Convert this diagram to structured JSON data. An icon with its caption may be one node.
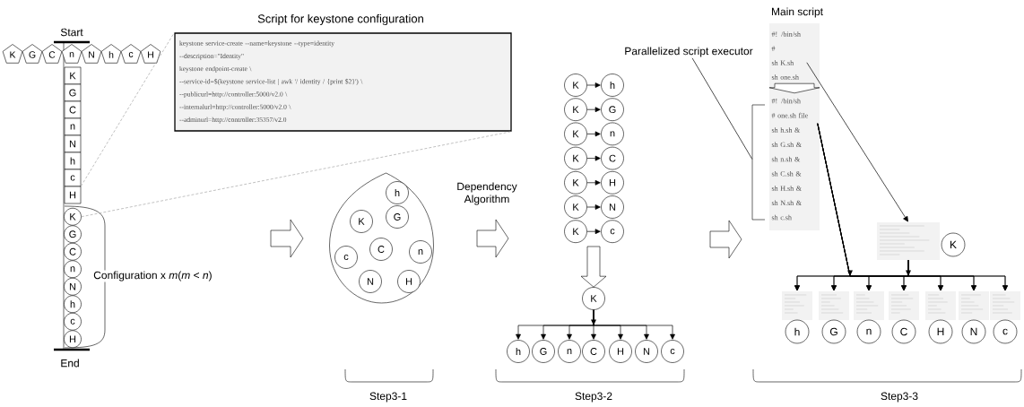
{
  "diagram": {
    "nodes": [
      {
        "text": [
          "K"
        ]
      },
      {
        "text": [
          "G"
        ]
      },
      {
        "text": [
          "C"
        ]
      },
      {
        "text": [
          "n"
        ]
      },
      {
        "text": [
          "N"
        ]
      },
      {
        "text": [
          "h"
        ]
      },
      {
        "text": [
          "c"
        ]
      },
      {
        "text": [
          "H"
        ]
      },
      {
        "text": [
          "K"
        ]
      },
      {
        "text": [
          "G"
        ]
      },
      {
        "text": [
          "C"
        ]
      },
      {
        "text": [
          "n"
        ]
      },
      {
        "text": [
          "N"
        ]
      },
      {
        "text": [
          "h"
        ]
      },
      {
        "text": [
          "c"
        ]
      },
      {
        "text": [
          "H"
        ]
      },
      {
        "text": [
          "K"
        ]
      },
      {
        "text": [
          "G"
        ]
      },
      {
        "text": [
          "C"
        ]
      },
      {
        "text": [
          "n"
        ]
      },
      {
        "text": [
          "N"
        ]
      },
      {
        "text": [
          "h"
        ]
      },
      {
        "text": [
          "c"
        ]
      },
      {
        "text": [
          "H"
        ]
      },
      {
        "text": [
          "Script for keystone configuration",
          "keystone service-create --name=keystone --type=identity",
          "--description=\"Identity\"",
          "keystone endpoint-create \\",
          "--service-id=$(keystone service-list | awk '/ identity / {print $2}') \\",
          "--publicurl=http://controller:5000/v2.0 \\",
          "--internalurl=http://controller:5000/v2.0 \\",
          "--adminurl=http://controller:35357/v2.0"
        ]
      },
      {
        "text": [],
        "shape": "circle"
      },
      {
        "text": [
          "h"
        ],
        "in": 25
      },
      {
        "text": [
          "K"
        ],
        "in": 25
      },
      {
        "text": [
          "G"
        ],
        "in": 25
      },
      {
        "text": [
          "C"
        ],
        "in": 25
      },
      {
        "text": [
          "c"
        ],
        "in": 25
      },
      {
        "text": [
          "n"
        ],
        "in": 25
      },
      {
        "text": [
          "N"
        ],
        "in": 25
      },
      {
        "text": [
          "H"
        ],
        "in": 25
      },
      {
        "text": [
          "K"
        ]
      },
      {
        "text": [
          "h"
        ]
      },
      {
        "text": [
          "K"
        ]
      },
      {
        "text": [
          "G"
        ]
      },
      {
        "text": [
          "K"
        ]
      },
      {
        "text": [
          "n"
        ]
      },
      {
        "text": [
          "K"
        ]
      },
      {
        "text": [
          "C"
        ]
      },
      {
        "text": [
          "K"
        ]
      },
      {
        "text": [
          "H"
        ]
      },
      {
        "text": [
          "K"
        ]
      },
      {
        "text": [
          "N"
        ]
      },
      {
        "text": [
          "K"
        ]
      },
      {
        "text": [
          "c"
        ]
      },
      {
        "text": [
          "K"
        ]
      },
      {
        "text": [
          "h"
        ]
      },
      {
        "text": [
          "G"
        ]
      },
      {
        "text": [
          "n"
        ]
      },
      {
        "text": [
          "C"
        ]
      },
      {
        "text": [
          "H"
        ]
      },
      {
        "text": [
          "N"
        ]
      },
      {
        "text": [
          "c"
        ]
      },
      {
        "text": [
          "Parallelized script executor"
        ]
      },
      {
        "text": [
          "Main script",
          "#! /bin/sh",
          "#",
          "sh K.sh",
          "sh one.sh"
        ]
      },
      {
        "text": [
          "#! /bin/sh",
          "# one.sh file",
          "sh h.sh &",
          "sh G.sh &",
          "sh n.sh &",
          "sh C.sh &",
          "sh H.sh &",
          "sh N.sh &",
          "sh c.sh"
        ]
      },
      {
        "text": [],
        "shape": "picture"
      },
      {
        "text": [
          "K"
        ]
      },
      {
        "text": [],
        "shape": "picture"
      },
      {
        "text": [],
        "shape": "picture"
      },
      {
        "text": [],
        "shape": "picture"
      },
      {
        "text": [],
        "shape": "picture"
      },
      {
        "text": [],
        "shape": "picture"
      },
      {
        "text": [],
        "shape": "picture"
      },
      {
        "text": [],
        "shape": "picture"
      },
      {
        "text": [
          "h"
        ]
      },
      {
        "text": [
          "G"
        ]
      },
      {
        "text": [
          "n"
        ]
      },
      {
        "text": [
          "C"
        ]
      },
      {
        "text": [
          "H"
        ]
      },
      {
        "text": [
          "N"
        ]
      },
      {
        "text": [
          "c"
        ]
      }
    ],
    "edges": [
      {
        "from": 15,
        "to": 24,
        "arrow": "none",
        "style": "dashed",
        "color": "#a6a6a6"
      },
      {
        "from": 16,
        "to": 24,
        "arrow": "none",
        "style": "dashed",
        "color": "#a6a6a6"
      },
      {
        "from": 34,
        "to": 35,
        "arrow": "to"
      },
      {
        "from": 36,
        "to": 37,
        "arrow": "to"
      },
      {
        "from": 38,
        "to": 39,
        "arrow": "to"
      },
      {
        "from": 40,
        "to": 41,
        "arrow": "to"
      },
      {
        "from": 42,
        "to": 43,
        "arrow": "to"
      },
      {
        "from": 44,
        "to": 45,
        "arrow": "to"
      },
      {
        "from": 46,
        "to": 47,
        "arrow": "to"
      },
      {
        "from": null,
        "to": 48,
        "arrow": "to",
        "style": "thick"
      },
      {
        "from": 48,
        "to": 49,
        "arrow": "to"
      },
      {
        "from": 48,
        "to": 50,
        "arrow": "to"
      },
      {
        "from": 48,
        "to": 51,
        "arrow": "to"
      },
      {
        "from": 48,
        "to": 52,
        "arrow": "to"
      },
      {
        "from": 48,
        "to": 53,
        "arrow": "to"
      },
      {
        "from": 48,
        "to": 54,
        "arrow": "to"
      },
      {
        "from": 48,
        "to": 55,
        "arrow": "to"
      },
      {
        "from": 56,
        "to": 58,
        "arrow": "none"
      },
      {
        "from": 57,
        "to": 58,
        "arrow": "to",
        "style": "thick"
      },
      {
        "from": 57,
        "to": 59,
        "arrow": "to"
      },
      {
        "from": 58,
        "to": 61,
        "arrow": "to"
      },
      {
        "from": 58,
        "to": 62,
        "arrow": "to"
      },
      {
        "from": 58,
        "to": 63,
        "arrow": "to"
      },
      {
        "from": 58,
        "to": 64,
        "arrow": "to"
      },
      {
        "from": 58,
        "to": 65,
        "arrow": "to"
      },
      {
        "from": 58,
        "to": 66,
        "arrow": "to"
      },
      {
        "from": 58,
        "to": 67,
        "arrow": "to"
      },
      {
        "from": 59,
        "to": 61,
        "arrow": "to"
      },
      {
        "from": 59,
        "to": 62,
        "arrow": "to"
      },
      {
        "from": 59,
        "to": 63,
        "arrow": "to"
      },
      {
        "from": 59,
        "to": 64,
        "arrow": "to"
      },
      {
        "from": 59,
        "to": 65,
        "arrow": "to"
      },
      {
        "from": 59,
        "to": 66,
        "arrow": "to"
      },
      {
        "from": 59,
        "to": 67,
        "arrow": "to"
      }
    ],
    "labels": [
      "Start",
      "Configuration x *m*(*m* < *n*)",
      "End",
      "Dependency Algorithm",
      "Step3-1",
      "Step3-2",
      "Step3-3"
    ]
  }
}
